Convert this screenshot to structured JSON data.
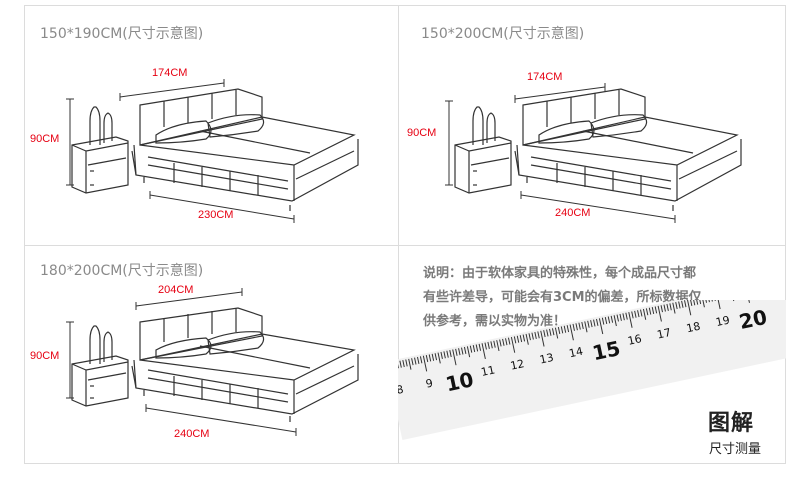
{
  "panels": [
    {
      "title": "150*190CM(尺寸示意图)",
      "width_label": "174CM",
      "height_label": "90CM",
      "length_label": "230CM"
    },
    {
      "title": "150*200CM(尺寸示意图)",
      "width_label": "174CM",
      "height_label": "90CM",
      "length_label": "240CM"
    },
    {
      "title": "180*200CM(尺寸示意图)",
      "width_label": "204CM",
      "height_label": "90CM",
      "length_label": "240CM"
    }
  ],
  "note": {
    "line1": "说明：由于软体家具的特殊性，每个成品尺寸都",
    "line2": "有些许差导，可能会有3CM的偏差，所标数据仅",
    "line3": "供参考，需以实物为准！"
  },
  "ruler": {
    "numbers": [
      "8",
      "9",
      "10",
      "11",
      "12",
      "13",
      "14",
      "15",
      "16",
      "17",
      "18",
      "19",
      "20"
    ]
  },
  "badge": {
    "main": "图解",
    "sub": "尺寸测量"
  },
  "colors": {
    "dimension": "#e60012",
    "text": "#8a8a8a",
    "divider": "#dcdcdc"
  }
}
